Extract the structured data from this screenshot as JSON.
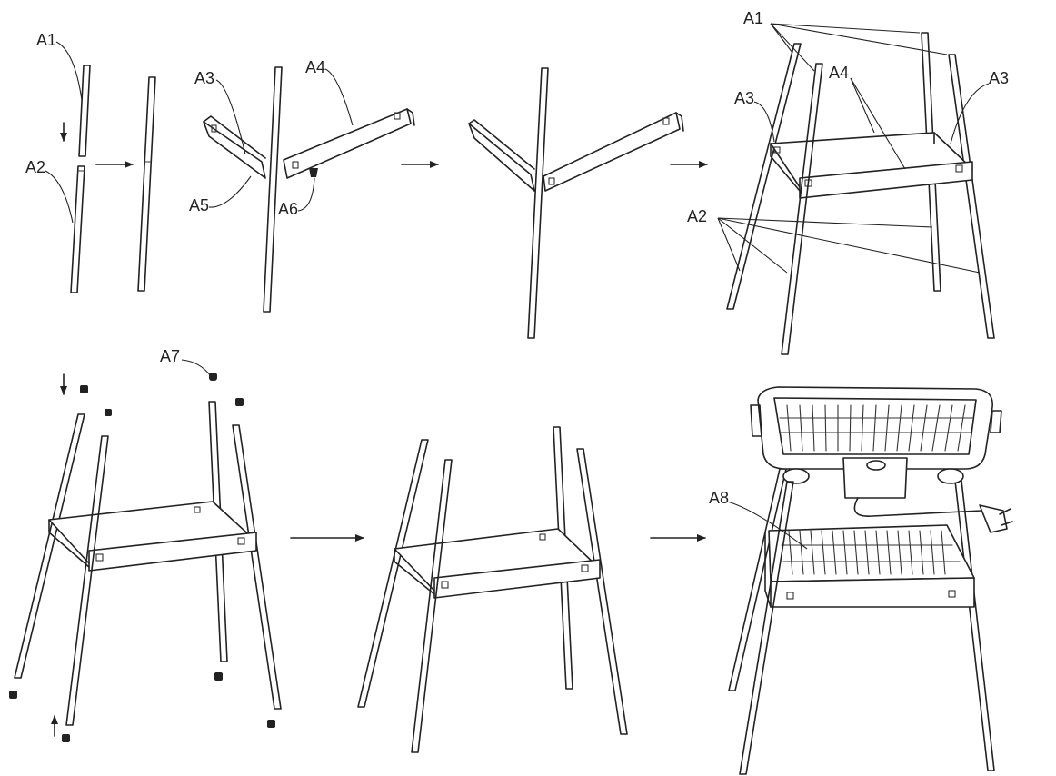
{
  "labels": {
    "a1": "A1",
    "a2": "A2",
    "a3": "A3",
    "a4": "A4",
    "a5": "A5",
    "a6": "A6",
    "a7": "A7",
    "a8": "A8"
  },
  "icons": [
    "arrow-right-icon",
    "arrow-down-icon",
    "arrow-up-icon"
  ],
  "colors": {
    "line": "#222222",
    "background": "#ffffff"
  }
}
